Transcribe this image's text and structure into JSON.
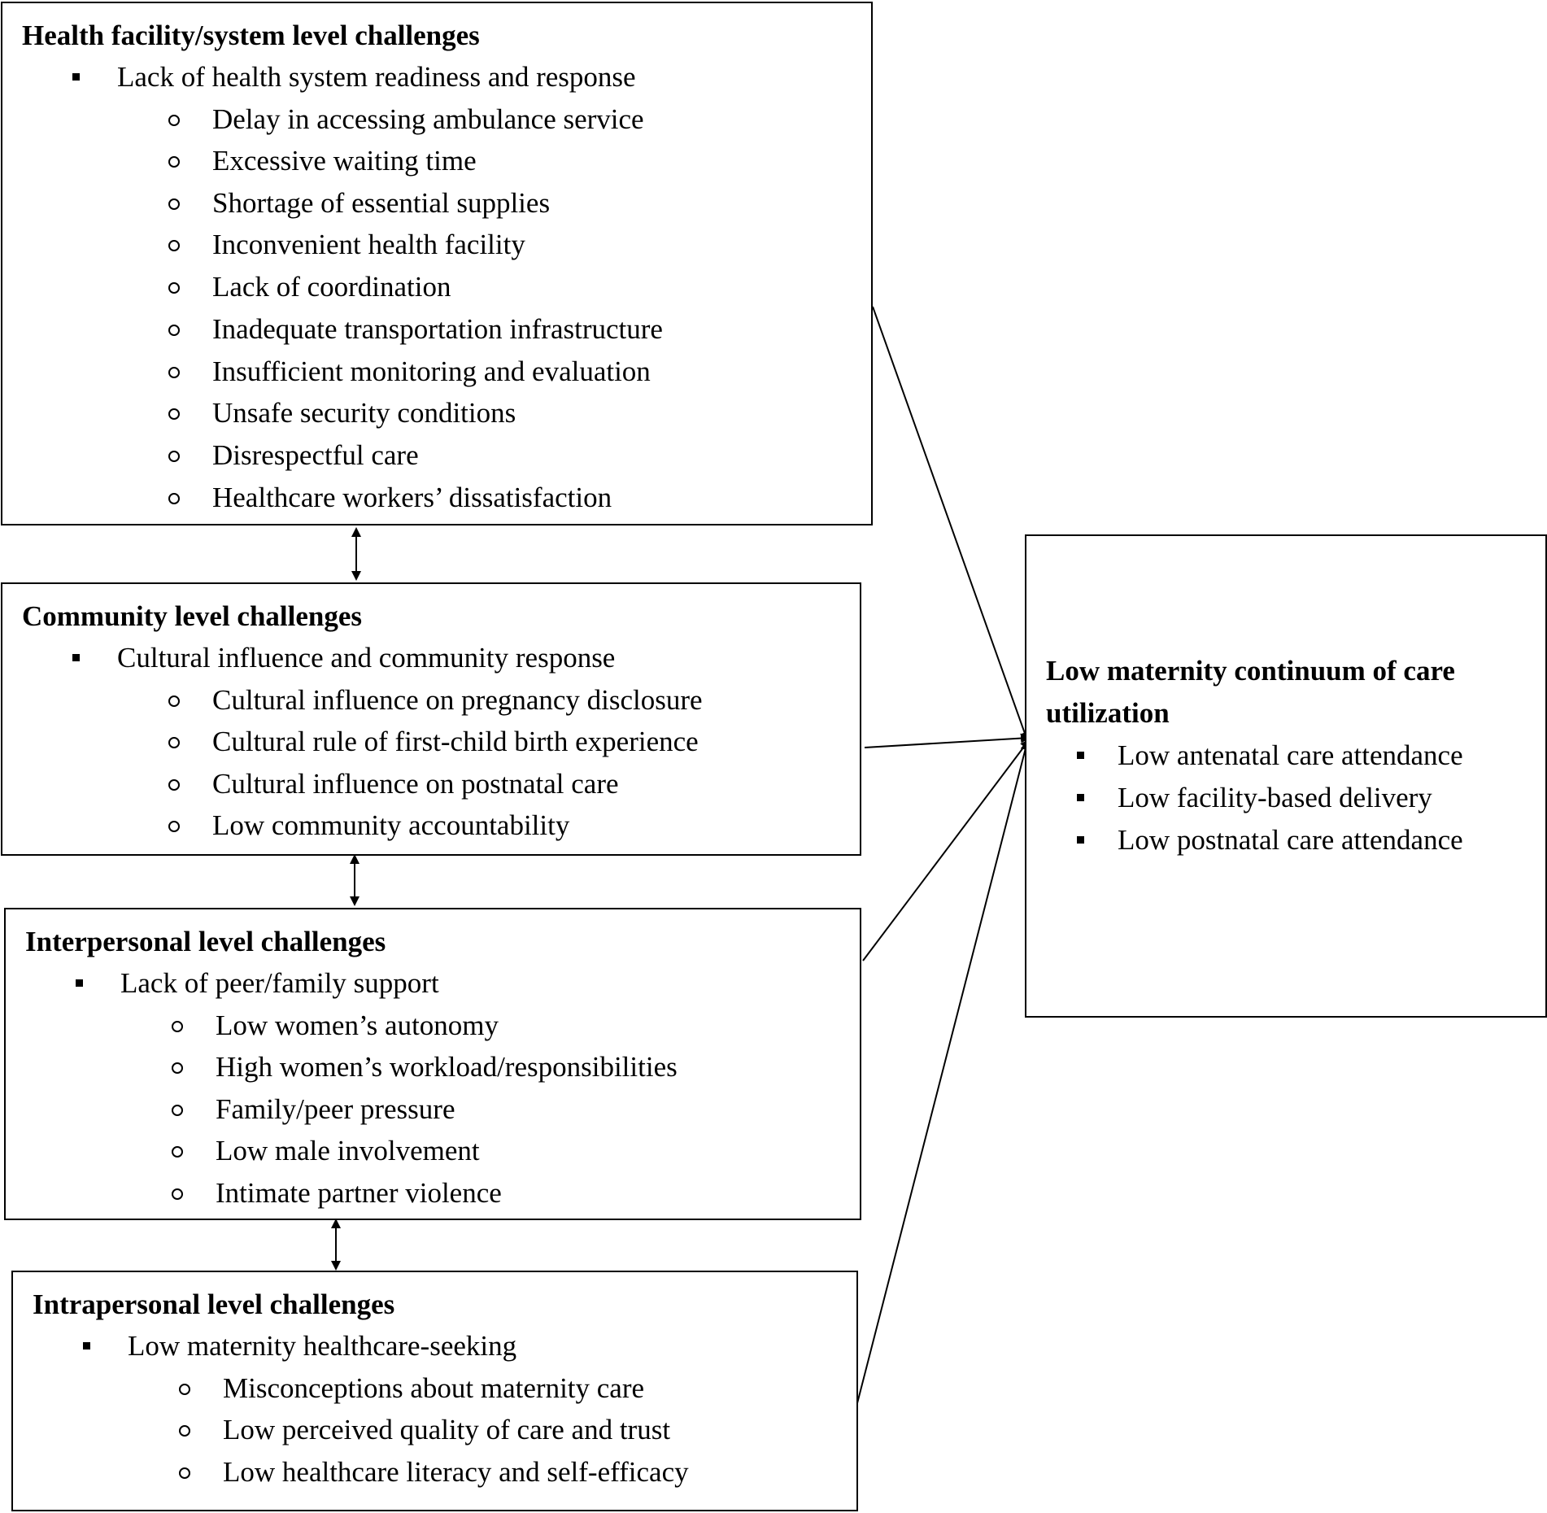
{
  "boxes": {
    "health_facility": {
      "title": "Health facility/system level challenges",
      "theme": "Lack of health system readiness and response",
      "items": [
        "Delay in accessing ambulance service",
        "Excessive waiting time",
        "Shortage of essential supplies",
        "Inconvenient health facility",
        "Lack of coordination",
        "Inadequate transportation infrastructure",
        "Insufficient monitoring and evaluation",
        "Unsafe security conditions",
        "Disrespectful care",
        "Healthcare workers’ dissatisfaction"
      ]
    },
    "community": {
      "title": "Community level challenges",
      "theme": "Cultural influence and community response",
      "items": [
        "Cultural influence on pregnancy disclosure",
        "Cultural rule of first-child birth experience",
        "Cultural influence on postnatal care",
        "Low community accountability"
      ]
    },
    "interpersonal": {
      "title": "Interpersonal level challenges",
      "theme": "Lack of peer/family support",
      "items": [
        "Low women’s autonomy",
        "High women’s workload/responsibilities",
        "Family/peer pressure",
        "Low male involvement",
        "Intimate partner violence"
      ]
    },
    "intrapersonal": {
      "title": "Intrapersonal level challenges",
      "theme": "Low maternity healthcare-seeking",
      "items": [
        "Misconceptions about maternity care",
        "Low perceived quality of care and trust",
        "Low healthcare literacy and self-efficacy"
      ]
    },
    "outcome": {
      "title": "Low maternity continuum of care utilization",
      "items": [
        "Low antenatal care attendance",
        "Low facility-based delivery",
        "Low postnatal care attendance"
      ]
    }
  }
}
